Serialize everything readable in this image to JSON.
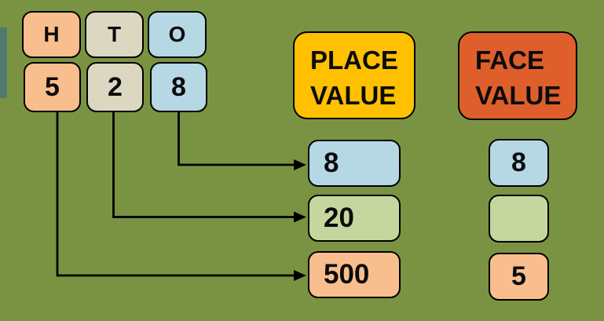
{
  "colors": {
    "background": "#7A9342",
    "accent_bar": "#4F7B6E",
    "peach": "#F9BE8E",
    "tan": "#DBD7C0",
    "light_blue": "#B5D8E4",
    "light_green": "#C5D79E",
    "place_value_header": "#FFC000",
    "face_value_header": "#DE5F2B",
    "outline": "#000000"
  },
  "hto": {
    "columns": [
      {
        "letter": "H",
        "digit": "5",
        "color": "#F9BE8E"
      },
      {
        "letter": "T",
        "digit": "2",
        "color": "#DBD7C0"
      },
      {
        "letter": "O",
        "digit": "8",
        "color": "#B5D8E4"
      }
    ]
  },
  "headers": {
    "place_value": {
      "label": "PLACE VALUE",
      "color": "#FFC000"
    },
    "face_value": {
      "label": "FACE VALUE",
      "color": "#DE5F2B"
    }
  },
  "place_value_results": [
    {
      "value": "8",
      "color": "#B5D8E4"
    },
    {
      "value": "20",
      "color": "#C5D79E"
    },
    {
      "value": "500",
      "color": "#F9BE8E"
    }
  ],
  "face_value_results": [
    {
      "value": "8",
      "color": "#B5D8E4"
    },
    {
      "value": "",
      "color": "#C5D79E"
    },
    {
      "value": "5",
      "color": "#F9BE8E"
    }
  ],
  "arrows": [
    {
      "from": "digit-8-ones",
      "to": "place-value-8"
    },
    {
      "from": "digit-2-tens",
      "to": "place-value-20"
    },
    {
      "from": "digit-5-hundreds",
      "to": "place-value-500"
    }
  ]
}
